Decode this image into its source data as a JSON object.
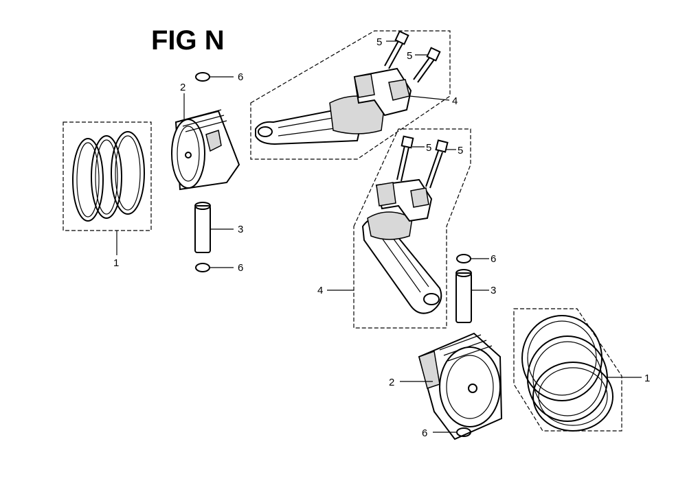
{
  "title": "FIG N",
  "callouts": {
    "ring_set_left": "1",
    "ring_set_right": "1",
    "piston_left": "2",
    "piston_right": "2",
    "pin_left": "3",
    "pin_right": "3",
    "rod_top": "4",
    "rod_mid": "4",
    "bolt_top_a": "5",
    "bolt_top_b": "5",
    "bolt_mid_a": "5",
    "bolt_mid_b": "5",
    "clip_left_top": "6",
    "clip_left_bottom": "6",
    "clip_right_top": "6",
    "clip_right_bottom": "6"
  }
}
